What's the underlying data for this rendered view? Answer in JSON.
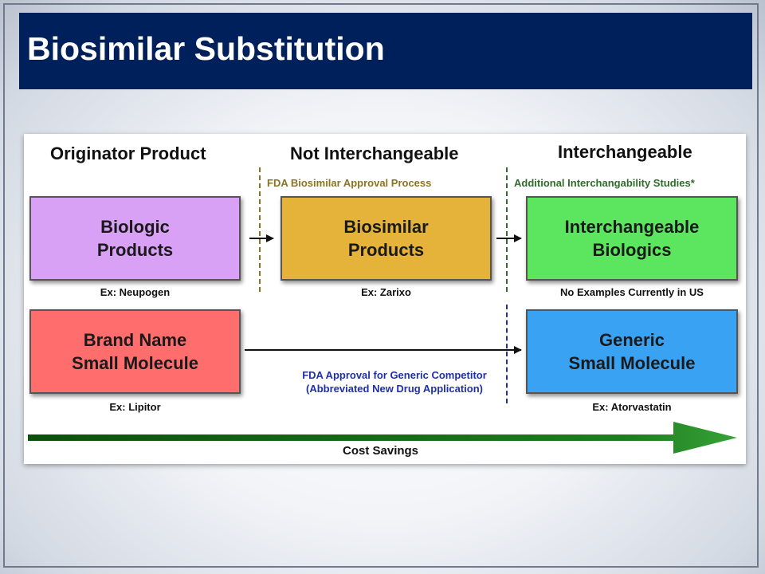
{
  "title": "Biosimilar Substitution",
  "columns": {
    "originator": "Originator Product",
    "not_interchangeable": "Not Interchangeable",
    "interchangeable": "Interchangeable"
  },
  "phases": {
    "fda_biosimilar": "FDA Biosimilar Approval Process",
    "additional_studies": "Additional Interchangability Studies*"
  },
  "boxes": {
    "biologic": {
      "label": "Biologic\nProducts",
      "example": "Ex:  Neupogen",
      "color": "#d8a1f5"
    },
    "biosimilar": {
      "label": "Biosimilar\nProducts",
      "example": "Ex:  Zarixo",
      "color": "#e5b33a"
    },
    "interchangeable": {
      "label": "Interchangeable\nBiologics",
      "example": "No Examples Currently in US",
      "color": "#5ce55f"
    },
    "brand": {
      "label": "Brand Name\nSmall Molecule",
      "example": "Ex:  Lipitor",
      "color": "#ff6d6d"
    },
    "generic": {
      "label": "Generic\nSmall Molecule",
      "example": "Ex:  Atorvastatin",
      "color": "#3aa2f2"
    }
  },
  "generic_note": {
    "line1": "FDA Approval for Generic Competitor",
    "line2": "(Abbreviated New Drug Application)"
  },
  "cost_savings": "Cost Savings",
  "colors": {
    "title_bar": "#00205b",
    "olive_dash": "#8a7424",
    "green_dash": "#2f6b2b",
    "blue_dash": "#1f2fa8",
    "green_arrow": "#1e7a1e"
  }
}
